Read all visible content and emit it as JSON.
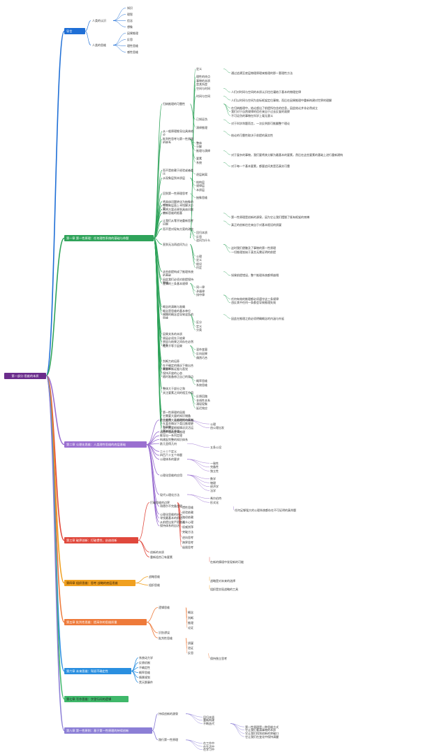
{
  "root": "第一部分:思维的本质",
  "colors": {
    "c1": "#1f6fd6",
    "c2": "#2fa35a",
    "c3": "#9a6fd0",
    "c4": "#e0483c",
    "c5": "#f0a020",
    "c6": "#ee7a3a",
    "c7": "#2a8fe0",
    "c8": "#3fb86a",
    "c9": "#8c7fd6"
  },
  "chapters": {
    "c1": {
      "title": "导言",
      "items": {
        "a": "人类的认识",
        "a1": "知识",
        "a2": "理智",
        "a3": "信念",
        "a4": "想象",
        "b": "人类的思维",
        "b1": "因果推理",
        "b2": "反思",
        "b3": "理性思维",
        "b4": "感性思维"
      }
    },
    "c2": {
      "title": "第一章 第一性原理：任何理性系统的基础与命题",
      "lines": [
        "定义",
        "通过追溯至底层物理原理来推理的那一套理性方法",
        "理性的终点",
        "事物的本质",
        "是其所是",
        "空间与时间",
        "人们对时间与空间的本质认识往往凝结于基本的物理定律",
        "时间与空间",
        "人们以时间与空间为坐标框架定位事物，而后在因果推理中重新构建对世界的理解",
        "归纳推理的可靠性",
        "在归纳推理中，结论超出了前提所包含的信息，因此结论并非必然成立",
        "我们对于自然规律的信任来自于过去反复的观察",
        "不可证伪的事物在科学上毫无意义",
        "已知证伪",
        "对于科学命题而言，一次反例即可推翻整个理论",
        "演绎推理",
        "从一般原理推导出具体结论",
        "结论的可靠性取决于前提的真实性",
        "批判性思考与第一性原理的联系",
        "整体",
        "分解",
        "推理与演绎",
        "对于复杂的事物，我们要将其分解为最基本的要素，然后在这些要素的基础上进行重新建构",
        "要素",
        "系统",
        "对于每一个基本要素，都要追问其是否真实可靠",
        "而不是依赖于经验或者类比",
        "逐层剥离",
        "从现象层到本质层",
        "结构层",
        "规律层",
        "本质层",
        "回到第一性原理思考",
        "抽象思维",
        "将具体问题转化为抽象的模型",
        "在抽象层面上寻找解决方案",
        "再将方案还原到具体问题中",
        "创新思维的根基",
        "第一性原理是创新的源泉，因为它让我们摆脱了既有框架的束缚",
        "让我们从零开始重新思考问题",
        "真正的创新往往来自于对基本假设的质疑",
        "而不是对现有方案的改良",
        "回归本质",
        "反思",
        "追问为什么",
        "直到无法再追问为止",
        "这时我们便触及了事物的第一性原理",
        "一切推理皆始于某些无需证明的前提",
        "公理",
        "定义",
        "假设",
        "约定",
        "这些前提构成了推理系统的基础",
        "如果前提错误，整个推理系统都将崩塌",
        "因此我们必须对前提保持警惕",
        "逻辑的三条基本规律",
        "同一律",
        "矛盾律",
        "排中律",
        "任何有效的推理都必须遵守这三条规律",
        "违反其中任何一条都会导致推理失效",
        "概念的清晰与准确",
        "概念是思维的基本单位",
        "模糊的概念会导致混乱的思维",
        "因此在推理之前必须明确概念的内涵与外延",
        "区分",
        "定义",
        "分类",
        "因果关系的本质",
        "原因必须先于结果",
        "原因与结果之间存在必然联系",
        "相关不等于因果",
        "混杂变量",
        "反向因果",
        "偶然巧合",
        "判断力的培养",
        "在不确定的情况下做出合理判断",
        "需要平衡证据与直觉",
        "保持开放的心态",
        "随时准备修正自己的观点",
        "概率思维",
        "系统思维",
        "整体大于部分之和",
        "关注要素之间的相互作用",
        "反馈回路",
        "非线性关系",
        "涌现现象",
        "延迟效应",
        "第一性原理的局限",
        "它需要大量的知识储备",
        "它耗费大量的时间与精力",
        "在某些情况下类比推理更为高效",
        "我们需要根据情况灵活运用",
        "两者相互补充"
      ]
    },
    "c3": {
      "title": "第二章 公理化思维：人类理性思维的底层基础",
      "lines": [
        "欧几里得：人类理性的开端",
        "公理",
        "由公理出发",
        "通过严密的逻辑推理",
        "推导出一系列定理",
        "构建起完整的知识体系",
        "欧几里得几何",
        "五条公设",
        "二十三个定义",
        "四百六十五个命题",
        "公理体系的要求",
        "一致性",
        "完备性",
        "独立性",
        "公理化思维的应用",
        "数学",
        "物理",
        "经济学",
        "法学",
        "现代公理化方法",
        "希尔伯特",
        "形式化",
        "哥德尔不完备定理",
        "任何足够强大的公理系统都存在不可证明的真命题",
        "公理化思维的启示",
        "寻找最基本的前提",
        "从前提出发严密推理",
        "保持体系的自洽"
      ]
    },
    "c4": {
      "title": "第三章 破界创新：打破惯性，启迪创新",
      "lines": [
        "打破思维的边界",
        "惯性思维",
        "经验依赖",
        "路径依赖",
        "从众心理",
        "权威崇拜",
        "突破方法",
        "逆向思考",
        "跨界思考",
        "极限思考",
        "创新的本质",
        "重新组合已有要素",
        "在新的情境中发现新的可能"
      ]
    },
    "c5": {
      "title": "第四章 组织思维：思考 战略的底层思维",
      "lines": [
        "战略思维",
        "战略是对未来的选择",
        "组织思维",
        "组织是实现战略的工具"
      ]
    },
    "c6": {
      "title": "第五章 批判性思维：提高你的思维质量",
      "lines": [
        "逻辑思维",
        "概念",
        "判断",
        "推理",
        "论证",
        "识别谬误",
        "批判性思维",
        "质疑",
        "验证",
        "反思",
        "保持独立思考"
      ]
    },
    "c7": {
      "title": "第六章 未来思维：驾驭不确定性",
      "lines": [
        "系统动力学",
        "反馈机制",
        "不确定性",
        "概率思维",
        "情景规划",
        "黑天鹅事件"
      ]
    },
    "c8": {
      "title": "第七章 写作思维：字里行间的逻辑",
      "lines": []
    },
    "c9": {
      "title": "第八章 第一性原则：基于第一性原理的持续创新",
      "lines": [
        "持续创新的源泉",
        "回归本质",
        "重新构建",
        "不断迭代",
        "第一性原理是一种思维方式",
        "它让我们看清事物的本质",
        "它让我们找到创新的突破口",
        "它让我们在变化中保持清醒",
        "践行第一性原理",
        "在工作中",
        "在生活中",
        "在学习中"
      ]
    }
  }
}
